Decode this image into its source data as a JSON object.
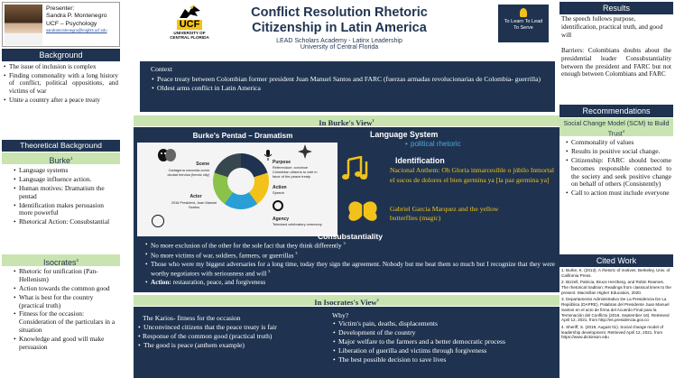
{
  "presenter": {
    "label": "Presenter:",
    "name": "Sandra P. Montenegro",
    "affil": "UCF – Psychology",
    "email": "sandramontenegro@knights.ucf.edu"
  },
  "ucf_logo": {
    "line1": "UCF",
    "line2": "UNIVERSITY OF",
    "line3": "CENTRAL FLORIDA"
  },
  "title": {
    "line1": "Conflict Resolution Rhetoric",
    "line2": "Citizenship in Latin America",
    "sub1": "LEAD Scholars Academy - Latinx Leadership",
    "sub2": "University of Central Florida"
  },
  "seal": {
    "text": "To Learn To Lead To Serve"
  },
  "background": {
    "heading": "Background",
    "items": [
      "The issue of inclusion is complex",
      "Finding commonality with a long history of conflict, political oppositions, and victims of war",
      "Unite a country after a peace treaty"
    ]
  },
  "theory": {
    "heading": "Theoretical Background",
    "burke": {
      "heading": "Burke",
      "sup": "1",
      "items": [
        "Language systems",
        "Language influence action.",
        "Human motives: Dramatism the pentad",
        "Identification makes persuasion more powerful",
        "Rhetorical Action: Consubstantial"
      ]
    },
    "isocrates": {
      "heading": "Isocrates",
      "sup": "2",
      "items": [
        "Rhetoric for unification (Pan-Hellenism)",
        "Action towards the common good",
        "What is best for the country (practical truth)",
        "Fitness for the occasion: Consideration of the particulars in a situation",
        "Knowledge and good will make persuasion"
      ]
    }
  },
  "context": {
    "heading": "Context",
    "items": [
      "Peace treaty between Colombian former president Juan Manuel Santos and FARC (fuerzas armadas revolucionarias de Colombia- guerrilla)",
      "Oldest arms conflict in Latin America"
    ]
  },
  "burke_view": {
    "heading": "In Burke's View",
    "sup": "1",
    "pentad_title": "Burke's Pentad – Dramatism",
    "scene_label": "Scene",
    "scene_text": "Cartagena conocida como ciudad heroica (heroic city)",
    "actor_label": "Actor",
    "actor_text": "2016 President, Juan Manuel Santos",
    "purpose_label": "Purpose",
    "purpose_text": "Referendum: convince Colombian citizens to vote in favor of the peace treaty",
    "action_label": "Action",
    "action_text": "Speech",
    "agency_label": "Agency",
    "agency_text": "Televised celebratory ceremony",
    "language_heading": "Language System",
    "language_item": "political rhetoric",
    "identification_heading": "Identification",
    "identification_text1": "Nacional Anthem: Oh Gloria inmarcesible o júbilo Inmortal el sucos de dolores el bien germina ya [la paz germina ya]",
    "identification_text2": "Gabriel Garcia Marquez and the yellow butterflies (magic)",
    "consub_heading": "Consubstantiality",
    "consub_items": [
      "No more exclusion of the other for the sole fact that they think differently",
      "No more victims of war, soldiers, farmers, or guerrillas",
      "Those who were my biggest adversaries for a long time, today they sign the agreement. Nobody but me beat them so much but I recognize that they were worthy negotiators with seriousness and will"
    ],
    "consub_sups": [
      "3",
      "3",
      "3"
    ],
    "action_item_label": "Action:",
    "action_item_text": " restauration, peace, and forgiveness"
  },
  "iso_view": {
    "heading": "In Isocrates's View",
    "sup": "2",
    "left_title": "The Karios- fitness for the occasion",
    "left_items": [
      "Unconvinced citizens that the peace treaty is fair",
      "Response of the common good (practical truth)",
      "The good is peace (anthem example)"
    ],
    "why": "Why?",
    "right_items": [
      "Victim's pain, deaths, displacements",
      "Development of the country",
      "Major welfare to the farmers and a better democratic process",
      "Liberation of guerilla and victims through forgiveness",
      "The best possible decision to save lives"
    ]
  },
  "results": {
    "heading": "Results",
    "p1": "The speech follows purpose, identification, practical truth, and good will",
    "p2": "Barriers: Colombians doubts about the presidential leader Consubstantiality between the president and FARC but not enough between Colombians and FARC"
  },
  "recs": {
    "heading": "Recommendations",
    "scm": "Social Change Model (SCM) to Build Trust",
    "scm_sup": "4",
    "items": [
      "Commonality of values",
      "Results in positive social change.",
      "Citizenship: FARC should become becomes responsible connected to the society and seek positive change on behalf of others (Consistently)",
      "Call to action must include everyone"
    ]
  },
  "cited": {
    "heading": "Cited Work",
    "items": [
      "1. Burke, K. (2013). A rhetoric of motives. Berkeley, Univ. of California Press.",
      "2. Bizzell, Patricia, Bruce Herzberg, and Robin Reames. The rhetorical tradition: Readings from classical times to the present. Macmillan Higher Education, 2020.",
      "3. Departamento Administrativo De La Presidencia De La República (DAPRE). Palabras del Presidente Juan Manuel Santos en el acto de firma del Acuerdo Final para la Terminación del Conflicto (2016, September 16). Retrieved April 12, 2021, from http://es.presidencia.gov.co",
      "4. Sheriff, S. (2019, August 01). Social change model of leadership development. Retrieved April 12, 2021, from https://www.dickinson.edu"
    ]
  }
}
